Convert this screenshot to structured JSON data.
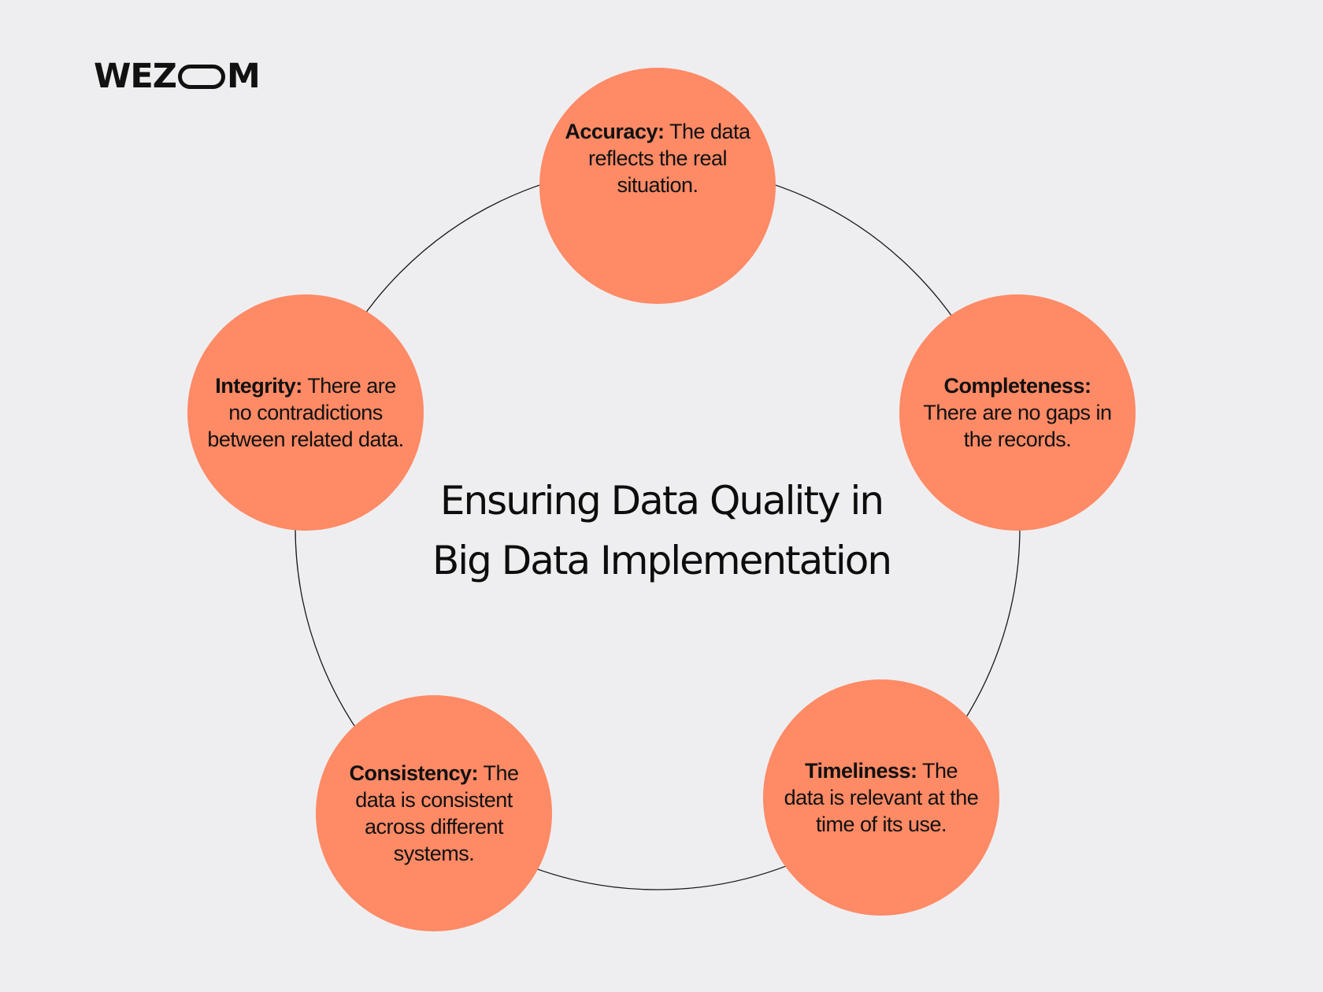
{
  "brand": {
    "logo_left": "WEZ",
    "logo_right": "M"
  },
  "diagram": {
    "title_line1": "Ensuring Data Quality in",
    "title_line2": "Big Data Implementation",
    "nodes": [
      {
        "term": "Accuracy:",
        "text": "The data reflects the real situation."
      },
      {
        "term": "Completeness:",
        "text": "There are no gaps in the records."
      },
      {
        "term": "Timeliness:",
        "text": "The data is relevant at the time of its use."
      },
      {
        "term": "Consistency:",
        "text": "The data is consistent across different systems."
      },
      {
        "term": "Integrity:",
        "text": "There are no contradictions between related data."
      }
    ]
  },
  "colors": {
    "background": "#eeeef0",
    "node_fill": "#ff8a66",
    "ring_stroke": "#1a1a1a",
    "text": "#111111"
  }
}
